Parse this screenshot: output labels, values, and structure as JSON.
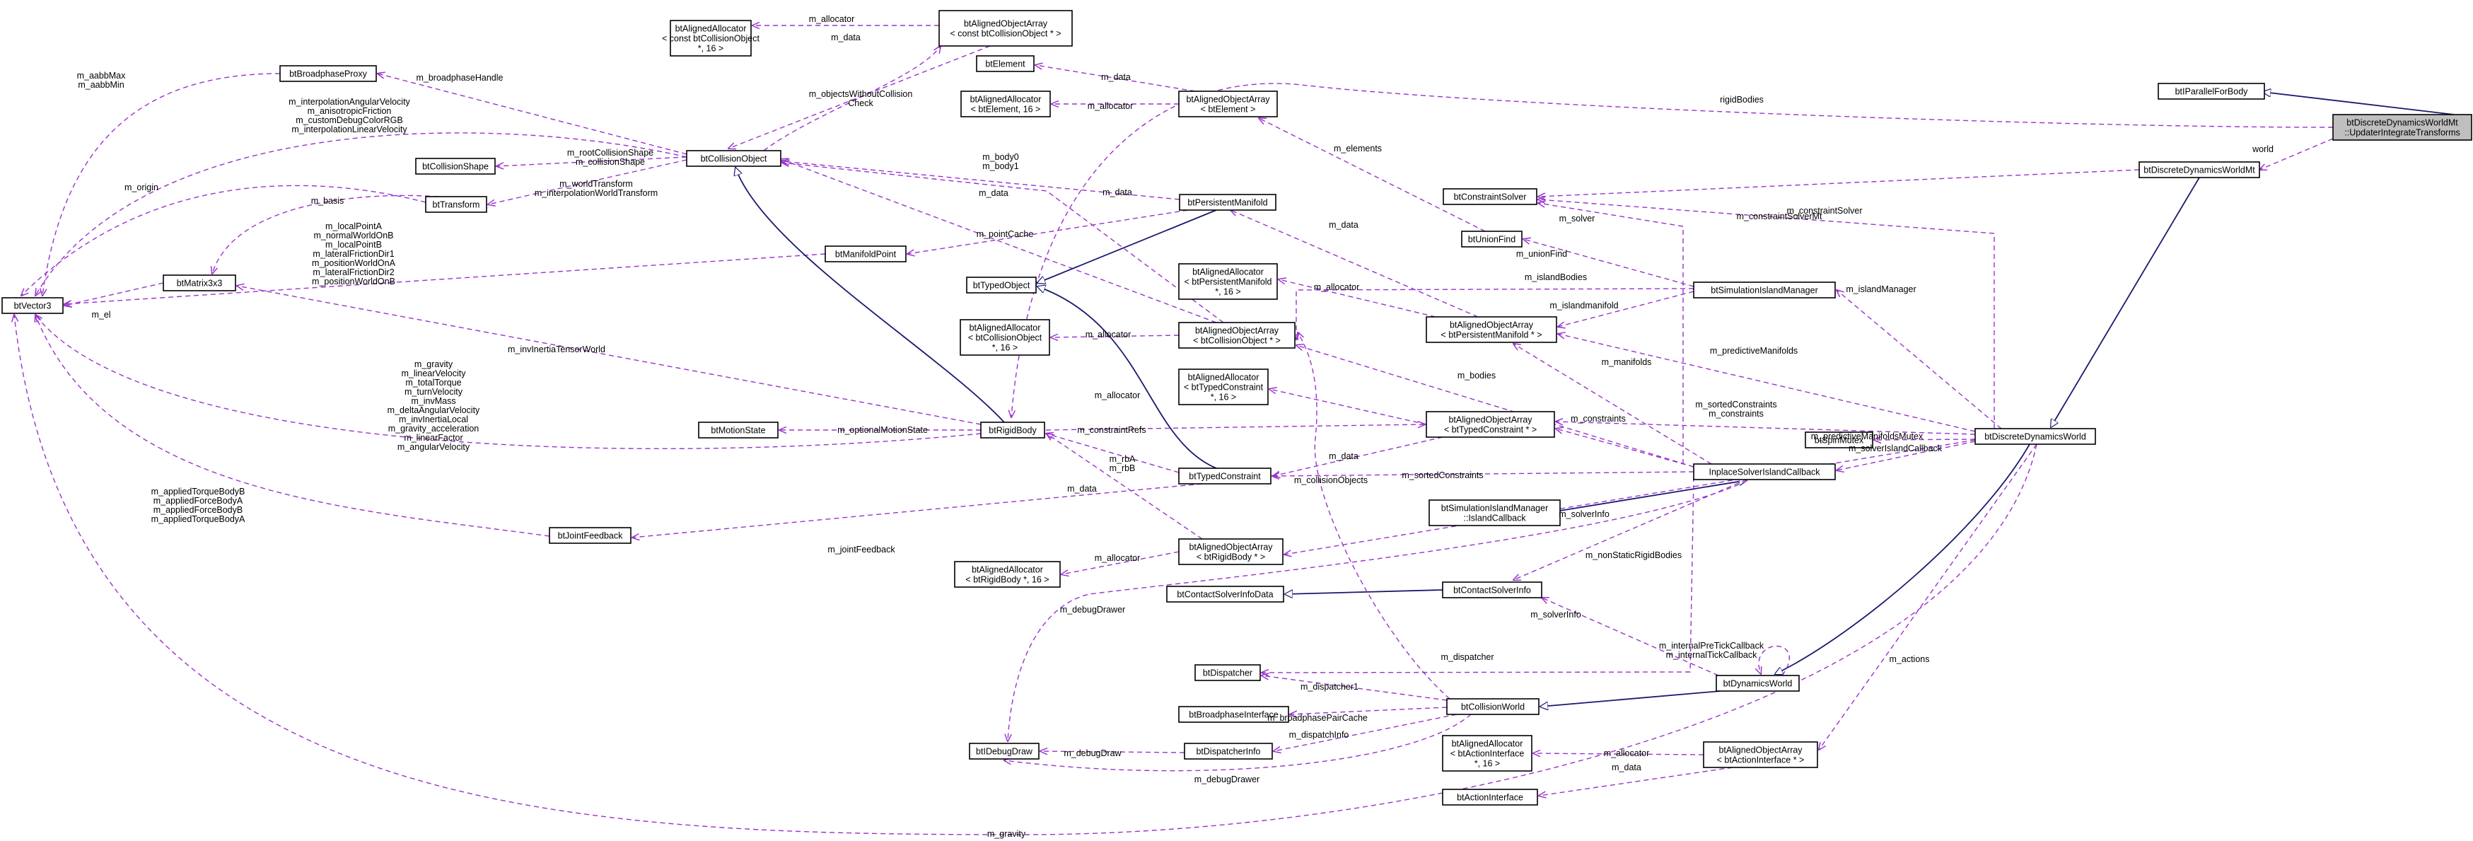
{
  "diagram": {
    "title": "btDiscreteDynamicsWorldMt::UpdaterIntegrateTransforms",
    "colors": {
      "background": "#ffffff",
      "box_fill": "#ffffff",
      "focus_fill": "#bfbfbf",
      "inheritance_arrow": "#191970",
      "usage_arrow": "#9a32cd"
    },
    "nodes": [
      {
        "id": "focus",
        "lines": [
          "btDiscreteDynamicsWorldMt",
          "::UpdaterIntegrateTransforms"
        ],
        "highlight": true
      },
      {
        "id": "pfb",
        "lines": [
          "btIParallelForBody"
        ]
      },
      {
        "id": "ddwmt",
        "lines": [
          "btDiscreteDynamicsWorldMt"
        ]
      },
      {
        "id": "ddw",
        "lines": [
          "btDiscreteDynamicsWorld"
        ]
      },
      {
        "id": "dw",
        "lines": [
          "btDynamicsWorld"
        ]
      },
      {
        "id": "cw",
        "lines": [
          "btCollisionWorld"
        ]
      },
      {
        "id": "vec",
        "lines": [
          "btVector3"
        ]
      },
      {
        "id": "mat",
        "lines": [
          "btMatrix3x3"
        ]
      },
      {
        "id": "xf",
        "lines": [
          "btTransform"
        ]
      },
      {
        "id": "bp",
        "lines": [
          "btBroadphaseProxy"
        ]
      },
      {
        "id": "cshape",
        "lines": [
          "btCollisionShape"
        ]
      },
      {
        "id": "co",
        "lines": [
          "btCollisionObject"
        ]
      },
      {
        "id": "aa_cco",
        "lines": [
          "btAlignedAllocator",
          "< const btCollisionObject",
          " *, 16 >"
        ]
      },
      {
        "id": "aoa_cco",
        "lines": [
          "btAlignedObjectArray",
          "< const btCollisionObject * >"
        ]
      },
      {
        "id": "elem",
        "lines": [
          "btElement"
        ]
      },
      {
        "id": "aa_elem",
        "lines": [
          "btAlignedAllocator",
          "< btElement, 16 >"
        ]
      },
      {
        "id": "aoa_elem",
        "lines": [
          "btAlignedObjectArray",
          "< btElement >"
        ]
      },
      {
        "id": "pm",
        "lines": [
          "btPersistentManifold"
        ]
      },
      {
        "id": "mp",
        "lines": [
          "btManifoldPoint"
        ]
      },
      {
        "id": "tobj",
        "lines": [
          "btTypedObject"
        ]
      },
      {
        "id": "aa_co",
        "lines": [
          "btAlignedAllocator",
          "< btCollisionObject",
          " *, 16 >"
        ]
      },
      {
        "id": "aoa_co",
        "lines": [
          "btAlignedObjectArray",
          "< btCollisionObject * >"
        ]
      },
      {
        "id": "aa_pm",
        "lines": [
          "btAlignedAllocator",
          "< btPersistentManifold",
          " *, 16 >"
        ]
      },
      {
        "id": "aoa_pm",
        "lines": [
          "btAlignedObjectArray",
          "< btPersistentManifold * >"
        ]
      },
      {
        "id": "ms",
        "lines": [
          "btMotionState"
        ]
      },
      {
        "id": "rb",
        "lines": [
          "btRigidBody"
        ]
      },
      {
        "id": "aa_tc",
        "lines": [
          "btAlignedAllocator",
          "< btTypedConstraint",
          " *, 16 >"
        ]
      },
      {
        "id": "aoa_tc",
        "lines": [
          "btAlignedObjectArray",
          "< btTypedConstraint * >"
        ]
      },
      {
        "id": "tc",
        "lines": [
          "btTypedConstraint"
        ]
      },
      {
        "id": "jf",
        "lines": [
          "btJointFeedback"
        ]
      },
      {
        "id": "aa_rb",
        "lines": [
          "btAlignedAllocator",
          "< btRigidBody *, 16 >"
        ]
      },
      {
        "id": "aoa_rb",
        "lines": [
          "btAlignedObjectArray",
          "< btRigidBody * >"
        ]
      },
      {
        "id": "csid",
        "lines": [
          "btContactSolverInfoData"
        ]
      },
      {
        "id": "csi",
        "lines": [
          "btContactSolverInfo"
        ]
      },
      {
        "id": "disp",
        "lines": [
          "btDispatcher"
        ]
      },
      {
        "id": "bpi",
        "lines": [
          "btBroadphaseInterface"
        ]
      },
      {
        "id": "dinfo",
        "lines": [
          "btDispatcherInfo"
        ]
      },
      {
        "id": "idraw",
        "lines": [
          "btIDebugDraw"
        ]
      },
      {
        "id": "csolver",
        "lines": [
          "btConstraintSolver"
        ]
      },
      {
        "id": "uf",
        "lines": [
          "btUnionFind"
        ]
      },
      {
        "id": "sim",
        "lines": [
          "btSimulationIslandManager"
        ]
      },
      {
        "id": "sim_cb",
        "lines": [
          "btSimulationIslandManager",
          "::IslandCallback"
        ]
      },
      {
        "id": "iscb",
        "lines": [
          "InplaceSolverIslandCallback"
        ]
      },
      {
        "id": "spin",
        "lines": [
          "btSpinMutex"
        ]
      },
      {
        "id": "aa_ai",
        "lines": [
          "btAlignedAllocator",
          "< btActionInterface",
          " *, 16 >"
        ]
      },
      {
        "id": "aoa_ai",
        "lines": [
          "btAlignedObjectArray",
          "< btActionInterface * >"
        ]
      },
      {
        "id": "ai",
        "lines": [
          "btActionInterface"
        ]
      }
    ],
    "edge_labels": [
      {
        "id": "rigidBodies",
        "lines": [
          "rigidBodies"
        ]
      },
      {
        "id": "world",
        "lines": [
          "world"
        ]
      },
      {
        "id": "m_constraintSolverMt",
        "lines": [
          "m_constraintSolverMt"
        ]
      },
      {
        "id": "m_constraintSolver",
        "lines": [
          "m_constraintSolver"
        ]
      },
      {
        "id": "m_solver",
        "lines": [
          "m_solver"
        ]
      },
      {
        "id": "m_unionFind",
        "lines": [
          "m_unionFind"
        ]
      },
      {
        "id": "m_islandManager",
        "lines": [
          "m_islandManager"
        ]
      },
      {
        "id": "m_islandBodies",
        "lines": [
          "m_islandBodies"
        ]
      },
      {
        "id": "m_islandmanifold",
        "lines": [
          "m_islandmanifold"
        ]
      },
      {
        "id": "m_predictiveManifolds",
        "lines": [
          "m_predictiveManifolds"
        ]
      },
      {
        "id": "m_manifolds",
        "lines": [
          "m_manifolds"
        ]
      },
      {
        "id": "m_bodies",
        "lines": [
          "m_bodies"
        ]
      },
      {
        "id": "m_sortedConstraints_a",
        "lines": [
          "m_sortedConstraints",
          "m_constraints"
        ]
      },
      {
        "id": "m_constraints",
        "lines": [
          "m_constraints"
        ]
      },
      {
        "id": "m_predictiveManifoldsMutex",
        "lines": [
          "m_predictiveManifoldsMutex"
        ]
      },
      {
        "id": "m_solverIslandCallback",
        "lines": [
          "m_solverIslandCallback"
        ]
      },
      {
        "id": "m_sortedConstraints_b",
        "lines": [
          "m_sortedConstraints"
        ]
      },
      {
        "id": "m_solverInfo_a",
        "lines": [
          "m_solverInfo"
        ]
      },
      {
        "id": "m_nonStaticRigidBodies",
        "lines": [
          "m_nonStaticRigidBodies"
        ]
      },
      {
        "id": "m_solverInfo_b",
        "lines": [
          "m_solverInfo"
        ]
      },
      {
        "id": "m_internalTickCallback",
        "lines": [
          "m_internalPreTickCallback",
          "m_internalTickCallback"
        ]
      },
      {
        "id": "m_actions",
        "lines": [
          "m_actions"
        ]
      },
      {
        "id": "m_dispatcher",
        "lines": [
          "m_dispatcher"
        ]
      },
      {
        "id": "m_dispatcher1",
        "lines": [
          "m_dispatcher1"
        ]
      },
      {
        "id": "m_broadphasePairCache",
        "lines": [
          "m_broadphasePairCache"
        ]
      },
      {
        "id": "m_dispatchInfo",
        "lines": [
          "m_dispatchInfo"
        ]
      },
      {
        "id": "m_debugDraw",
        "lines": [
          "m_debugDraw"
        ]
      },
      {
        "id": "m_debugDrawer_a",
        "lines": [
          "m_debugDrawer"
        ]
      },
      {
        "id": "m_debugDrawer_b",
        "lines": [
          "m_debugDrawer"
        ]
      },
      {
        "id": "m_collisionObjects",
        "lines": [
          "m_collisionObjects"
        ]
      },
      {
        "id": "m_allocator_ai",
        "lines": [
          "m_allocator"
        ]
      },
      {
        "id": "m_data_ai",
        "lines": [
          "m_data"
        ]
      },
      {
        "id": "m_allocator_rb",
        "lines": [
          "m_allocator"
        ]
      },
      {
        "id": "m_data_rb",
        "lines": [
          "m_data"
        ]
      },
      {
        "id": "m_allocator_tc",
        "lines": [
          "m_allocator"
        ]
      },
      {
        "id": "m_data_tc",
        "lines": [
          "m_data"
        ]
      },
      {
        "id": "m_allocator_co",
        "lines": [
          "m_allocator"
        ]
      },
      {
        "id": "m_data_co",
        "lines": [
          "m_data"
        ]
      },
      {
        "id": "m_allocator_pm",
        "lines": [
          "m_allocator"
        ]
      },
      {
        "id": "m_data_pm",
        "lines": [
          "m_data"
        ]
      },
      {
        "id": "m_allocator_elem",
        "lines": [
          "m_allocator"
        ]
      },
      {
        "id": "m_data_elem",
        "lines": [
          "m_data"
        ]
      },
      {
        "id": "m_elements",
        "lines": [
          "m_elements"
        ]
      },
      {
        "id": "m_allocator_cco",
        "lines": [
          "m_allocator"
        ]
      },
      {
        "id": "m_data_cco",
        "lines": [
          "m_data"
        ]
      },
      {
        "id": "m_objectsWithoutCollisionCheck",
        "lines": [
          "m_objectsWithoutCollision",
          "Check"
        ]
      },
      {
        "id": "m_broadphaseHandle",
        "lines": [
          "m_broadphaseHandle"
        ]
      },
      {
        "id": "m_aabbMax",
        "lines": [
          "m_aabbMax",
          "m_aabbMin"
        ]
      },
      {
        "id": "m_coVectors",
        "lines": [
          "m_interpolationAngularVelocity",
          "m_anisotropicFriction",
          "m_customDebugColorRGB",
          "m_interpolationLinearVelocity"
        ]
      },
      {
        "id": "m_rootCollisionShape",
        "lines": [
          "m_rootCollisionShape",
          "m_collisionShape"
        ]
      },
      {
        "id": "m_worldTransform",
        "lines": [
          "m_worldTransform",
          "m_interpolationWorldTransform"
        ]
      },
      {
        "id": "m_origin",
        "lines": [
          "m_origin"
        ]
      },
      {
        "id": "m_basis",
        "lines": [
          "m_basis"
        ]
      },
      {
        "id": "m_el",
        "lines": [
          "m_el"
        ]
      },
      {
        "id": "m_mpVectors",
        "lines": [
          "m_localPointA",
          "m_normalWorldOnB",
          "m_localPointB",
          "m_lateralFrictionDir1",
          "m_positionWorldOnA",
          "m_lateralFrictionDir2",
          "m_positionWorldOnB"
        ]
      },
      {
        "id": "m_body0",
        "lines": [
          "m_body0",
          "m_body1"
        ]
      },
      {
        "id": "m_data_pmco",
        "lines": [
          "m_data"
        ]
      },
      {
        "id": "m_pointCache",
        "lines": [
          "m_pointCache"
        ]
      },
      {
        "id": "m_invInertiaTensorWorld",
        "lines": [
          "m_invInertiaTensorWorld"
        ]
      },
      {
        "id": "m_rbVectors",
        "lines": [
          "m_gravity",
          "m_linearVelocity",
          "m_totalTorque",
          "m_turnVelocity",
          "m_invMass",
          "m_deltaAngularVelocity",
          "m_invInertiaLocal",
          "m_gravity_acceleration",
          "m_linearFactor",
          "m_angularVelocity"
        ]
      },
      {
        "id": "m_optionalMotionState",
        "lines": [
          "m_optionalMotionState"
        ]
      },
      {
        "id": "m_constraintRefs",
        "lines": [
          "m_constraintRefs"
        ]
      },
      {
        "id": "m_rbA",
        "lines": [
          "m_rbA",
          "m_rbB"
        ]
      },
      {
        "id": "m_jointFeedback",
        "lines": [
          "m_jointFeedback"
        ]
      },
      {
        "id": "m_jfVectors",
        "lines": [
          "m_appliedTorqueBodyB",
          "m_appliedForceBodyA",
          "m_appliedForceBodyB",
          "m_appliedTorqueBodyA"
        ]
      },
      {
        "id": "m_gravity",
        "lines": [
          "m_gravity"
        ]
      }
    ]
  }
}
